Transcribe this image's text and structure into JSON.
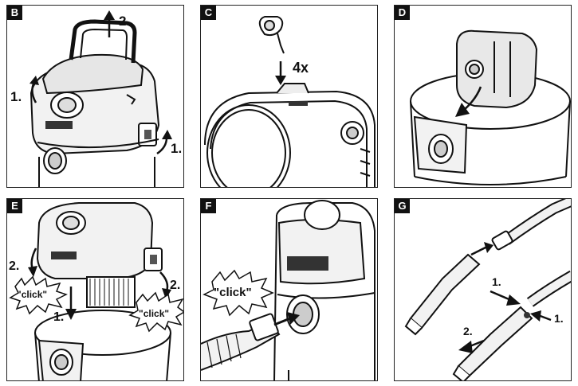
{
  "panels": {
    "B": {
      "letter": "B",
      "labels": {
        "open": "1.",
        "lift": "2.",
        "latch": "1."
      }
    },
    "C": {
      "letter": "C",
      "labels": {
        "count": "4x"
      }
    },
    "D": {
      "letter": "D"
    },
    "E": {
      "letter": "E",
      "labels": {
        "step_left": "2.",
        "click_left": "\"click\"",
        "step_down": "1.",
        "step_right": "2.",
        "click_right": "\"click\""
      }
    },
    "F": {
      "letter": "F",
      "labels": {
        "click": "\"click\""
      }
    },
    "G": {
      "letter": "G",
      "labels": {
        "press": "1.",
        "pull": "2.",
        "press2": "1."
      }
    }
  },
  "colors": {
    "ink": "#111111",
    "panel_border": "#222222",
    "tag_bg": "#111111",
    "tag_text": "#ffffff"
  },
  "icons": [
    "arrow-icon",
    "vacuum-lid-drawing",
    "filter-drawing",
    "hose-drawing"
  ]
}
